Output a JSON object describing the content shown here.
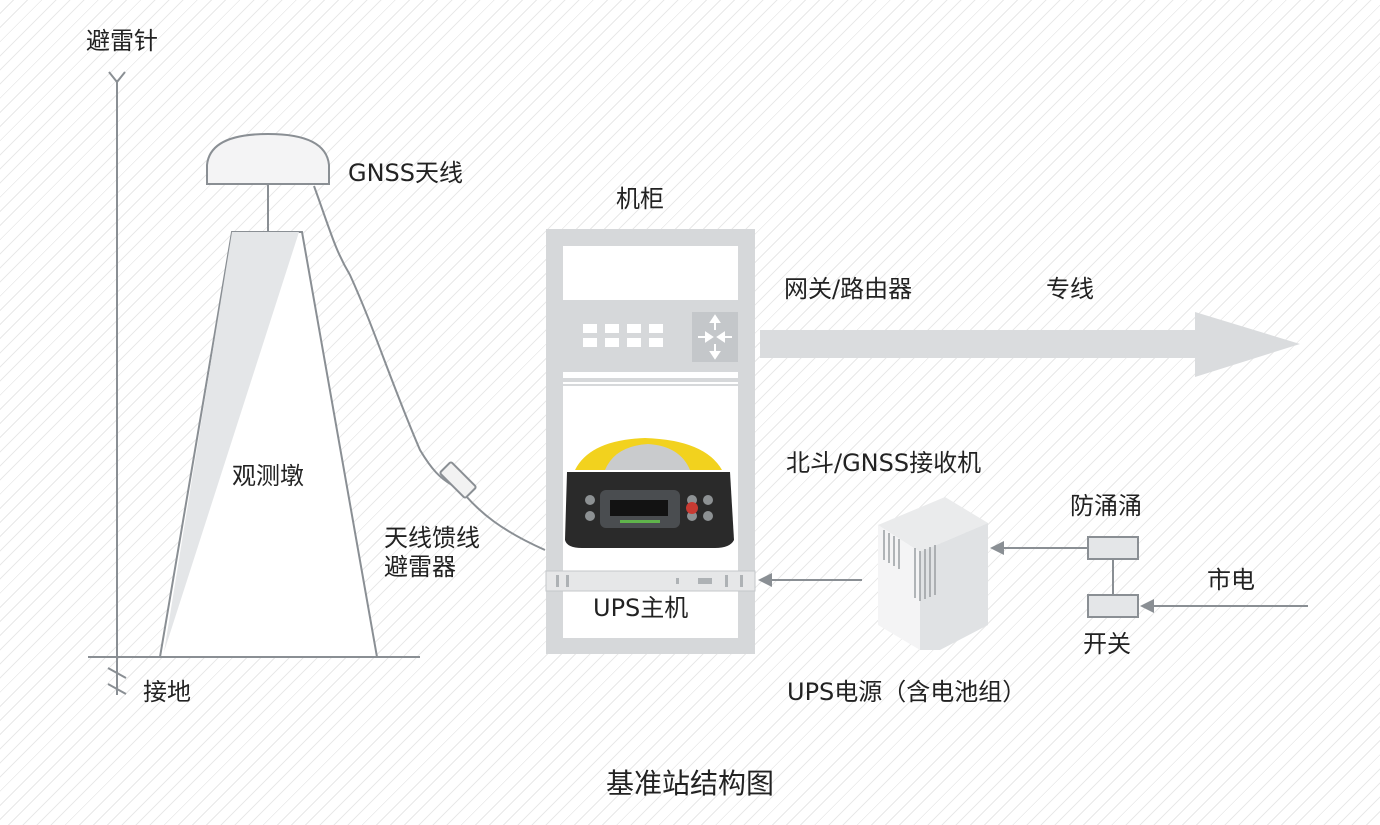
{
  "labels": {
    "lightning_rod": "避雷针",
    "gnss_antenna": "GNSS天线",
    "cabinet": "机柜",
    "gateway_router": "网关/路由器",
    "dedicated_line": "专线",
    "observation_pier": "观测墩",
    "receiver": "北斗/GNSS接收机",
    "feeder_arrester_line1": "天线馈线",
    "feeder_arrester_line2": "避雷器",
    "surge_protector": "防涌涌",
    "mains": "市电",
    "ups_host": "UPS主机",
    "switch": "开关",
    "ground": "接地",
    "ups_power": "UPS电源（含电池组）"
  },
  "caption": "基准站结构图",
  "colors": {
    "line": "#8a8f94",
    "fill_light": "#e4e6e8",
    "arrow": "#dadcde",
    "receiver_yellow": "#f2d21e",
    "receiver_dark": "#2a2a2a"
  }
}
